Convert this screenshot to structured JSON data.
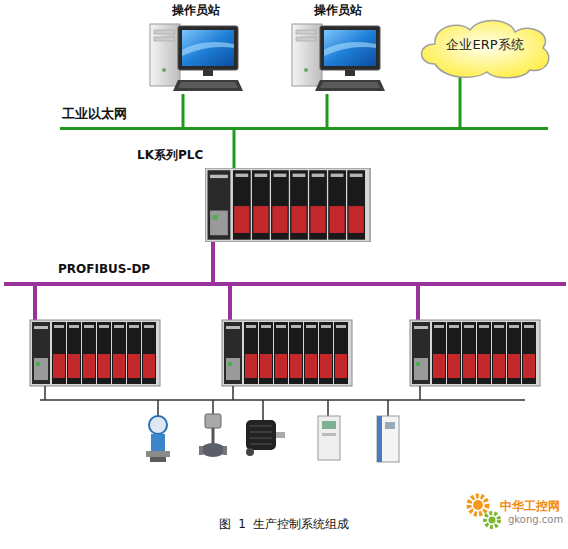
{
  "diagram": {
    "caption": "图  1  生产控制系统组成",
    "nodes": [
      {
        "text": [
          "操作员站"
        ]
      },
      {
        "text": [
          "操作员站"
        ]
      },
      {
        "text": [
          "企业ERP系统"
        ]
      },
      {
        "text": [
          "工业以太网"
        ]
      },
      {
        "text": [
          "LK系列PLC"
        ]
      },
      {
        "text": [
          "PROFIBUS-DP"
        ]
      }
    ],
    "edges": [
      {
        "from": 0,
        "to": 3,
        "arrow": "none"
      },
      {
        "from": 1,
        "to": 3,
        "arrow": "none"
      },
      {
        "from": 2,
        "to": 3,
        "arrow": "none"
      },
      {
        "from": 3,
        "to": 4,
        "arrow": "none"
      },
      {
        "from": 4,
        "to": 5,
        "arrow": "none"
      }
    ],
    "labels": [
      "中华工控网",
      "gkong.com"
    ]
  }
}
